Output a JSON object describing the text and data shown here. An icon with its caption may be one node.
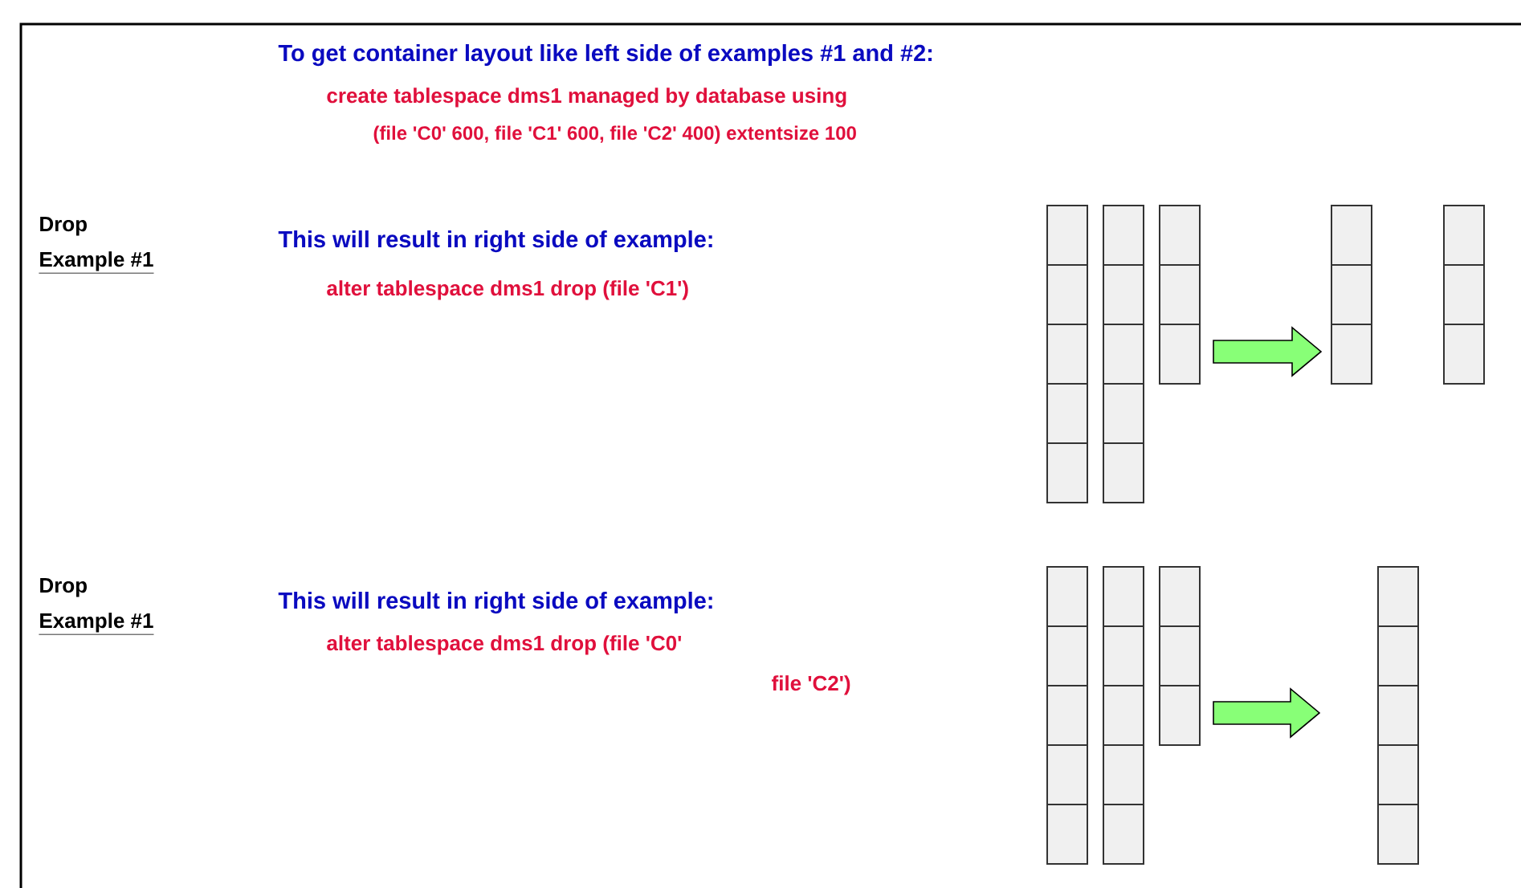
{
  "diagram": {
    "nodes": [
      {
        "text": [],
        "shape": "box"
      },
      {
        "text": [],
        "shape": "box"
      },
      {
        "text": [],
        "shape": "box"
      },
      {
        "text": [],
        "shape": "box"
      },
      {
        "text": [],
        "shape": "box"
      },
      {
        "text": [],
        "shape": "box"
      },
      {
        "text": [],
        "shape": "box"
      },
      {
        "text": [],
        "shape": "box"
      },
      {
        "text": [],
        "shape": "box"
      }
    ],
    "edges": [
      {
        "from": 2,
        "to": 3,
        "arrow": "to",
        "style": "thick",
        "color": "#88ff77"
      },
      {
        "from": 7,
        "to": 8,
        "arrow": "to",
        "style": "thick",
        "color": "#88ff77"
      }
    ],
    "labels": [
      "To get container layout like left side of examples #1 and #2:",
      "create tablespace dms1 managed by database using",
      "(file 'C0' 600, file 'C1' 600, file 'C2' 400) extentsize 100",
      "Drop",
      "Example #1",
      "This will result in right side of example:",
      "alter tablespace dms1 drop (file 'C1')",
      "Drop",
      "Example #1",
      "This will result in right side of example:",
      "alter tablespace dms1 drop (file 'C0'",
      "file 'C2')"
    ]
  }
}
